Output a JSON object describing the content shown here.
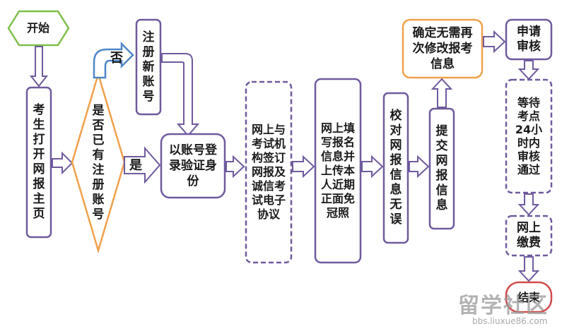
{
  "nodes": {
    "start": "开始",
    "homepage": "考生打开网报主页",
    "has_account": "是否已有注册账号",
    "register": "注册新账号",
    "login": "以账号登录验证身份",
    "agreement": "网上与考试机构签订网报及诚信考试电子协议",
    "fill": "网上填写报名信息并上传本人近期正面免冠照",
    "check": "校对网报信息无误",
    "submit": "提交网报信息",
    "confirm": "确定无需再次修改报考信息",
    "apply": "申请审核",
    "wait": "等待考点24小时内审核通过",
    "pay": "网上缴费",
    "end": "结束"
  },
  "edge_labels": {
    "no": "否",
    "yes": "是"
  },
  "colors": {
    "purple_border": "#6f5a9e",
    "arrow_fill": "#ffffff",
    "diamond_border": "#f0a04b",
    "confirm_border": "#f0a04b",
    "start_border": "#7fbf4a",
    "no_arrow": "#4f86c6",
    "end_border": "#d24a4a"
  },
  "watermark": {
    "logo": "留学社区",
    "url": "bbs.liuxue86.com"
  }
}
